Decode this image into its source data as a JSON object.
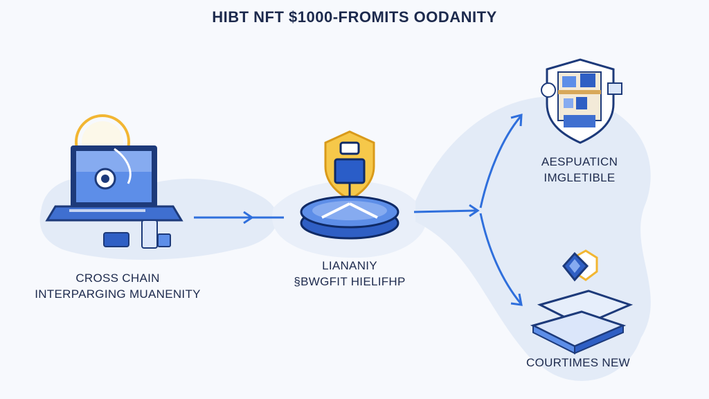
{
  "title": "HIBT NFT $1000-FROMITS OODANITY",
  "nodes": {
    "left": {
      "line1": "CROSS CHAIN",
      "line2": "INTERPARGING MUANENITY"
    },
    "middle": {
      "line1": "LIANANIY",
      "line2": "§BWGFIT HIELIFHP"
    },
    "top_right": {
      "line1": "AESPUATICN",
      "line2": "IMGLETIBLE"
    },
    "bottom_right": {
      "line1": "COURTIMES NEW"
    }
  },
  "colors": {
    "accent_blue": "#2f6fdc",
    "dark_navy": "#1d2a4d",
    "gold": "#f2b632",
    "blob": "#e3ebf7"
  }
}
